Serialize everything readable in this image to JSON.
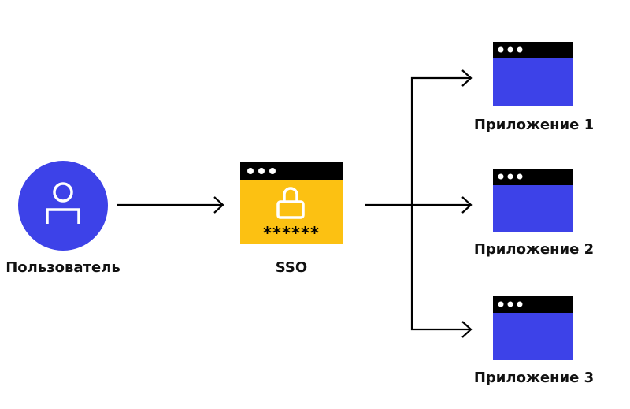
{
  "colors": {
    "user_circle": "#3D42E8",
    "sso_body": "#FCC112",
    "app_body": "#3D42E8",
    "window_bar": "#000000",
    "arrow": "#000000",
    "text": "#111111"
  },
  "nodes": {
    "user": {
      "label": "Пользователь",
      "icon": "user-icon"
    },
    "sso": {
      "label": "SSO",
      "icon": "lock-icon",
      "password_mask": "******"
    },
    "apps": [
      {
        "label": "Приложение 1"
      },
      {
        "label": "Приложение 2"
      },
      {
        "label": "Приложение 3"
      }
    ]
  },
  "edges": [
    {
      "from": "user",
      "to": "sso"
    },
    {
      "from": "sso",
      "to": "apps.0"
    },
    {
      "from": "sso",
      "to": "apps.1"
    },
    {
      "from": "sso",
      "to": "apps.2"
    }
  ]
}
